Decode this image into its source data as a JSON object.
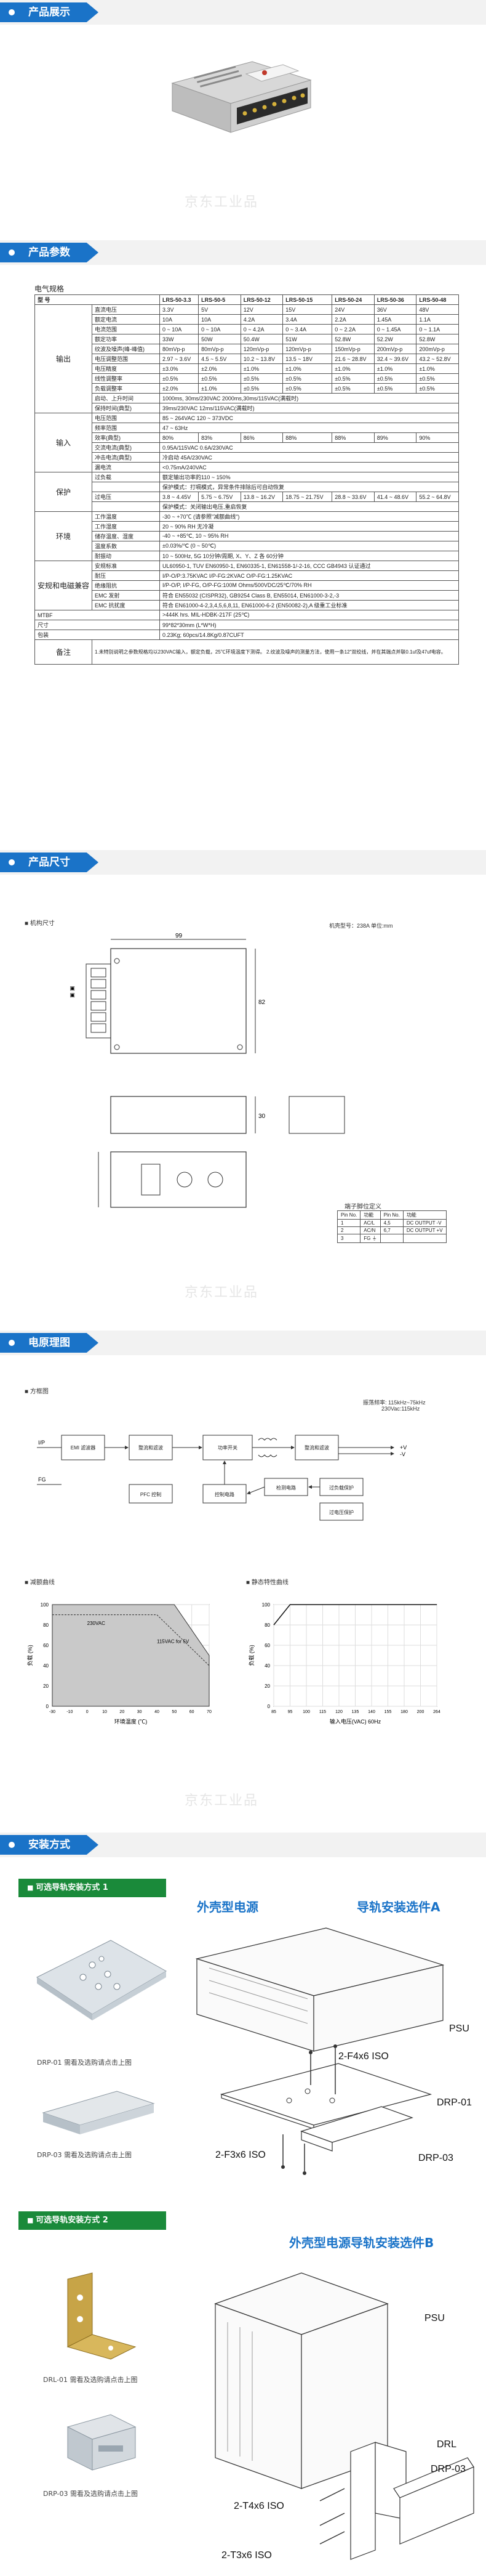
{
  "sections": {
    "product_show": "产品展示",
    "product_params": "产品参数",
    "product_size": "产品尺寸",
    "schematic": "电原理图",
    "install": "安装方式"
  },
  "watermark": "京东工业品",
  "spec": {
    "title": "电气规格",
    "model_label": "型 号",
    "models": [
      "LRS-50-3.3",
      "LRS-50-5",
      "LRS-50-12",
      "LRS-50-15",
      "LRS-50-24",
      "LRS-50-36",
      "LRS-50-48"
    ],
    "output_group": "输出",
    "output_rows": [
      {
        "label": "直流电压",
        "values": [
          "3.3V",
          "5V",
          "12V",
          "15V",
          "24V",
          "36V",
          "48V"
        ]
      },
      {
        "label": "额定电流",
        "values": [
          "10A",
          "10A",
          "4.2A",
          "3.4A",
          "2.2A",
          "1.45A",
          "1.1A"
        ]
      },
      {
        "label": "电流范围",
        "values": [
          "0 ~ 10A",
          "0 ~ 10A",
          "0 ~ 4.2A",
          "0 ~ 3.4A",
          "0 ~ 2.2A",
          "0 ~ 1.45A",
          "0 ~ 1.1A"
        ]
      },
      {
        "label": "额定功率",
        "values": [
          "33W",
          "50W",
          "50.4W",
          "51W",
          "52.8W",
          "52.2W",
          "52.8W"
        ]
      },
      {
        "label": "纹波及噪声(峰-峰值)",
        "values": [
          "80mVp-p",
          "80mVp-p",
          "120mVp-p",
          "120mVp-p",
          "150mVp-p",
          "200mVp-p",
          "200mVp-p"
        ]
      },
      {
        "label": "电压调整范围",
        "values": [
          "2.97 ~ 3.6V",
          "4.5 ~ 5.5V",
          "10.2 ~ 13.8V",
          "13.5 ~ 18V",
          "21.6 ~ 28.8V",
          "32.4 ~ 39.6V",
          "43.2 ~ 52.8V"
        ]
      },
      {
        "label": "电压精度",
        "values": [
          "±3.0%",
          "±2.0%",
          "±1.0%",
          "±1.0%",
          "±1.0%",
          "±1.0%",
          "±1.0%"
        ]
      },
      {
        "label": "线性调整率",
        "values": [
          "±0.5%",
          "±0.5%",
          "±0.5%",
          "±0.5%",
          "±0.5%",
          "±0.5%",
          "±0.5%"
        ]
      },
      {
        "label": "负载调整率",
        "values": [
          "±2.0%",
          "±1.0%",
          "±0.5%",
          "±0.5%",
          "±0.5%",
          "±0.5%",
          "±0.5%"
        ]
      },
      {
        "label": "启动、上升时间",
        "span": "1000ms, 30ms/230VAC    2000ms,30ms/115VAC(满载时)"
      },
      {
        "label": "保持时间(典型)",
        "span": "39ms/230VAC      12ms/115VAC(满载时)"
      }
    ],
    "input_group": "输入",
    "input_rows": [
      {
        "label": "电压范围",
        "span": "85 ~ 264VAC        120 ~ 373VDC"
      },
      {
        "label": "频率范围",
        "span": "47 ~ 63Hz"
      },
      {
        "label": "效率(典型)",
        "values": [
          "80%",
          "83%",
          "86%",
          "88%",
          "88%",
          "89%",
          "90%"
        ]
      },
      {
        "label": "交流电流(典型)",
        "span": "0.95A/115VAC      0.6A/230VAC"
      },
      {
        "label": "冲击电流(典型)",
        "span": "冷启动 45A/230VAC"
      },
      {
        "label": "漏电流",
        "span": "<0.75mA/240VAC"
      }
    ],
    "protect_group": "保护",
    "protect_rows": [
      {
        "label": "过负载",
        "span": "额定输出功率的110 ~ 150%"
      },
      {
        "label": "",
        "span": "保护模式：打嗝模式，异常条件排除后可自动恢复"
      },
      {
        "label": "过电压",
        "values": [
          "3.8 ~ 4.45V",
          "5.75 ~ 6.75V",
          "13.8 ~ 16.2V",
          "18.75 ~ 21.75V",
          "28.8 ~ 33.6V",
          "41.4 ~ 48.6V",
          "55.2 ~ 64.8V"
        ]
      },
      {
        "label": "",
        "span": "保护模式：关闭输出电压,重启恢复"
      }
    ],
    "env_group": "环境",
    "env_rows": [
      {
        "label": "工作温度",
        "span": "-30 ~ +70℃ (请参照\"减额曲线\")"
      },
      {
        "label": "工作湿度",
        "span": "20 ~ 90% RH 无冷凝"
      },
      {
        "label": "储存温度、湿度",
        "span": "-40 ~ +85℃, 10 ~ 95% RH"
      },
      {
        "label": "温度系数",
        "span": "±0.03%/℃ (0 ~ 50℃)"
      },
      {
        "label": "耐振动",
        "span": "10 ~ 500Hz, 5G 10分钟/周期, X、Y、Z 各 60分钟"
      }
    ],
    "safety_group": "安规和电磁兼容",
    "safety_rows": [
      {
        "label": "安规标准",
        "span": "UL60950-1, TUV EN60950-1, EN60335-1, EN61558-1/-2-16, CCC GB4943 认证通过"
      },
      {
        "label": "耐压",
        "span": "I/P-O/P:3.75KVAC   I/P-FG:2KVAC   O/P-FG:1.25KVAC"
      },
      {
        "label": "绝缘阻抗",
        "span": "I/P-O/P, I/P-FG, O/P-FG:100M Ohms/500VDC/25℃/70% RH"
      },
      {
        "label": "EMC 发射",
        "span": "符合 EN55032 (CISPR32), GB9254 Class B, EN55014, EN61000-3-2,-3"
      },
      {
        "label": "EMC 抗扰度",
        "span": "符合 EN61000-4-2,3,4,5,6,8,11, EN61000-6-2 (EN50082-2),A 级重工业标准"
      }
    ],
    "other_rows": [
      {
        "label": "MTBF",
        "span": ">444K hrs.  MIL-HDBK-217F (25℃)"
      },
      {
        "label": "尺寸",
        "span": "99*82*30mm (L*W*H)"
      },
      {
        "label": "包装",
        "span": "0.23Kg; 60pcs/14.8Kg/0.87CUFT"
      }
    ],
    "note_group": "备注",
    "note_text": "1.未特别说明之参数规格均以230VAC输入，额定负载，25℃环境温度下测得。 2.纹波及噪声的测量方法，使用一条12\"双绞线，并在其端点并联0.1uf及47uf电容。"
  },
  "size": {
    "frame_label": "机构尺寸",
    "unit_note": "机壳型号：238A    单位:mm",
    "dim_top": [
      "99",
      "82",
      "30"
    ],
    "terminal_title": "端子脚位定义",
    "terminal_header": [
      "Pin No.",
      "功能",
      "Pin No.",
      "功能"
    ],
    "terminal_rows": [
      [
        "1",
        "AC/L",
        "4,5",
        "DC OUTPUT -V"
      ],
      [
        "2",
        "AC/N",
        "6,7",
        "DC OUTPUT +V"
      ],
      [
        "3",
        "FG ⏚",
        "",
        ""
      ]
    ]
  },
  "schematic": {
    "frame_label": "方框图",
    "freq_note": "振荡频率: 115kHz~75kHz",
    "freq_note2": "230Vac:115kHz",
    "blocks": [
      "EMI 滤波器",
      "整流和滤波",
      "功率开关",
      "整流和滤波",
      "控制电路",
      "检测电路",
      "过负载保护",
      "过电压保护",
      "PFC 控制"
    ],
    "in_labels": [
      "I/P",
      "FG"
    ],
    "out_labels": [
      "+V",
      "-V"
    ]
  },
  "derating": {
    "title": "减额曲线",
    "xlabel": "环境温度 (℃)",
    "ylabel": "负载 (%)",
    "series": [
      "230VAC",
      "115VAC for 5V"
    ],
    "x_ticks": [
      "-30",
      "-10",
      "0",
      "10",
      "20",
      "30",
      "40",
      "50",
      "60",
      "70"
    ],
    "y_ticks": [
      "0",
      "20",
      "40",
      "60",
      "80",
      "100"
    ]
  },
  "static": {
    "title": "静态特性曲线",
    "xlabel": "输入电压(VAC) 60Hz",
    "ylabel": "负载 (%)",
    "x_ticks": [
      "85",
      "95",
      "100",
      "115",
      "120",
      "135",
      "140",
      "155",
      "180",
      "200",
      "264"
    ],
    "y_ticks": [
      "0",
      "20",
      "40",
      "60",
      "80",
      "100"
    ]
  },
  "install": {
    "opt1": "可选导轨安装方式 1",
    "opt2": "可选导轨安装方式 2",
    "title_a_1": "外壳型电源",
    "title_a_2": "导轨安装选件A",
    "title_b": "外壳型电源导轨安装选件B",
    "drp01_note": "DRP-01 需看及选购请点击上图",
    "drp03_note": "DRP-03 需看及选购请点击上图",
    "drl01_note": "DRL-01 需看及选购请点击上图",
    "drp03b_note": "DRP-03 需看及选购请点击上图",
    "labels_a": [
      "PSU",
      "2-F4x6 ISO",
      "DRP-01",
      "DRP-03",
      "2-F3x6 ISO"
    ],
    "labels_b": [
      "PSU",
      "DRL",
      "DRP-03",
      "2-T4x6 ISO",
      "2-T3x6 ISO"
    ]
  }
}
